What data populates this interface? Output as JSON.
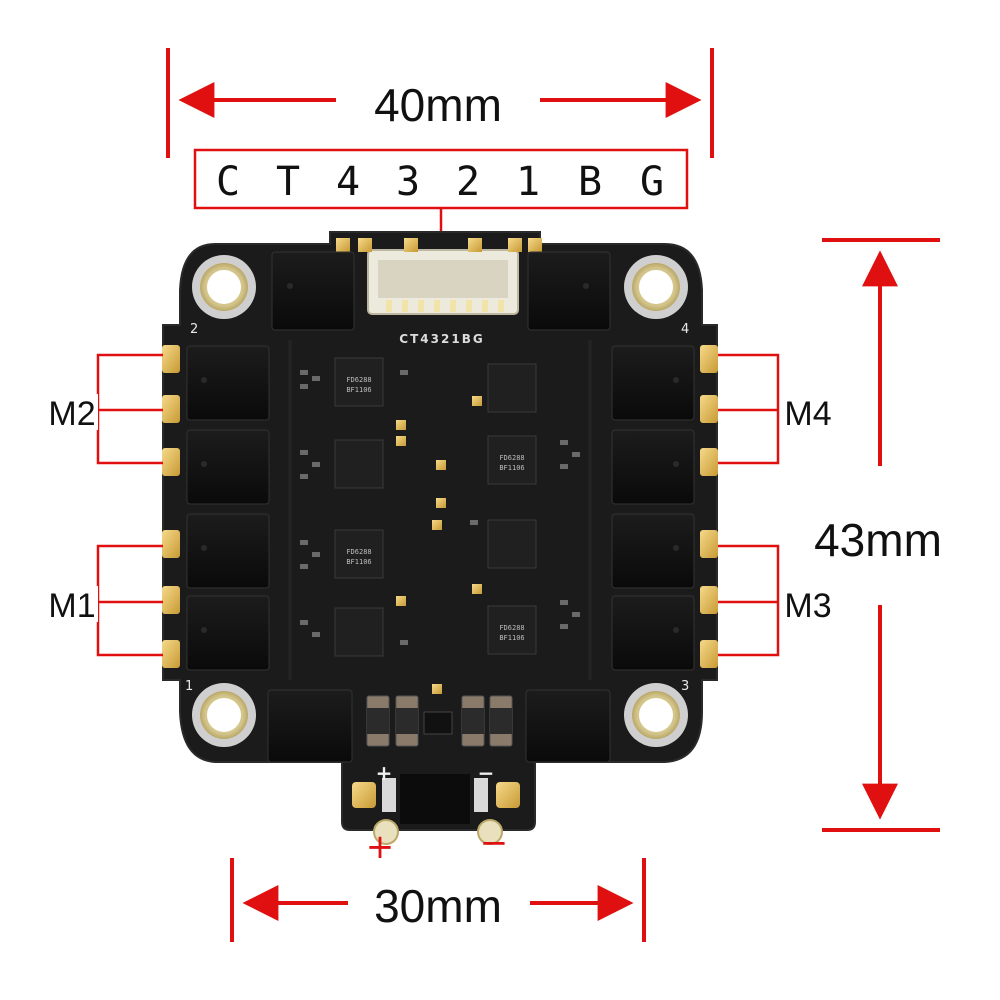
{
  "dimensions": {
    "width_top": "40mm",
    "height": "43mm",
    "width_bottom": "30mm"
  },
  "connector_pins": [
    "C",
    "T",
    "4",
    "3",
    "2",
    "1",
    "B",
    "G"
  ],
  "board_silkscreen": {
    "connector_label": "CT4321BG",
    "corner_2": "2",
    "corner_4": "4",
    "corner_1": "1",
    "corner_3": "3",
    "plus": "+",
    "minus": "−"
  },
  "motor_labels": {
    "m1": "M1",
    "m2": "M2",
    "m3": "M3",
    "m4": "M4"
  },
  "power_labels": {
    "plus": "+",
    "minus": "−"
  },
  "chip_markings": {
    "driver": "FD6288",
    "mcu": "BF1106"
  },
  "colors": {
    "annotation": "#e01010",
    "pcb": "#1b1b1b",
    "pad": "#e8c35a",
    "mosfet": "#101010"
  }
}
